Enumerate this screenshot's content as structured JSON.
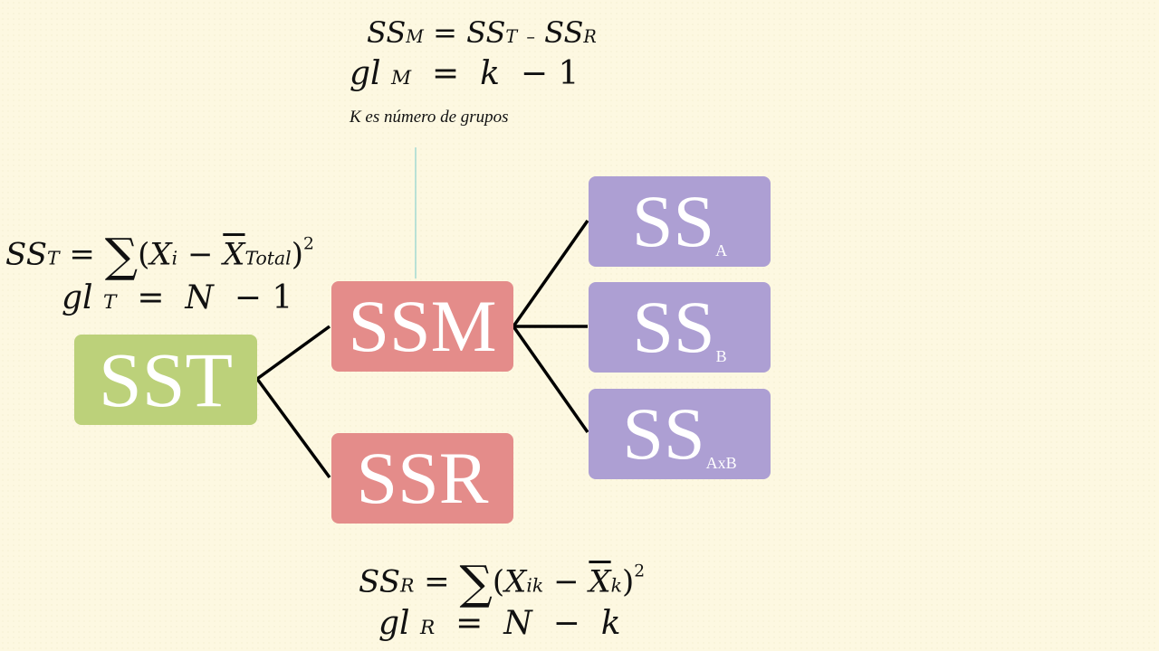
{
  "boxes": {
    "sst": {
      "label": "SST"
    },
    "ssm": {
      "label": "SSM"
    },
    "ssr": {
      "label": "SSR"
    },
    "ssa": {
      "label": "SS",
      "sub": "A"
    },
    "ssb": {
      "label": "SS",
      "sub": "B"
    },
    "ssab": {
      "label": "SS",
      "sub": "AxB"
    }
  },
  "formulas": {
    "ssm": {
      "lhs": "SS",
      "lhs_sub": "M",
      "eq": "=",
      "a": "SS",
      "a_sub": "T",
      "minus": "–",
      "b": "SS",
      "b_sub": "R"
    },
    "glm": {
      "lhs": "gl",
      "lhs_sub": "M",
      "eq": "=",
      "a": "k",
      "minus": "−",
      "b": "1"
    },
    "note": "K es número de grupos",
    "sst": {
      "lhs": "SS",
      "lhs_sub": "T",
      "eq": "=",
      "sigma": "∑",
      "open": "(",
      "x": "X",
      "x_sub": "i",
      "minus": "−",
      "xbar": "X",
      "xbar_sub": "Total",
      "close": ")",
      "exp": "2"
    },
    "glt": {
      "lhs": "gl",
      "lhs_sub": "T",
      "eq": "=",
      "a": "N",
      "minus": "−",
      "b": "1"
    },
    "ssr": {
      "lhs": "SS",
      "lhs_sub": "R",
      "eq": "=",
      "sigma": "∑",
      "open": "(",
      "x": "X",
      "x_sub": "ik",
      "minus": "−",
      "xbar": "X",
      "xbar_sub": "k",
      "close": ")",
      "exp": "2"
    },
    "glr": {
      "lhs": "gl",
      "lhs_sub": "R",
      "eq": "=",
      "a": "N",
      "minus": "−",
      "b": "k"
    }
  },
  "colors": {
    "background": "#fdf8e1",
    "sst_box": "#bcd17a",
    "ssm_ssr_box": "#e48c8a",
    "ss_effect_box": "#ad9fd3",
    "connector": "#000000",
    "accent_line": "#8fd3cf"
  }
}
